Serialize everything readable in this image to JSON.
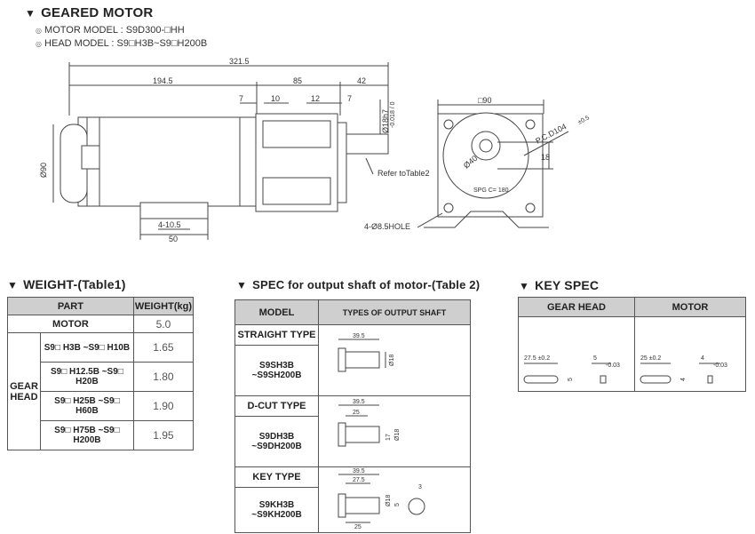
{
  "title": "GEARED MOTOR",
  "motor_model": "MOTOR MODEL : S9D300-□HH",
  "head_model": "HEAD MODEL : S9□H3B~S9□H200B",
  "drawing": {
    "total_length": "321.5",
    "len_a": "194.5",
    "len_b": "85",
    "len_c": "42",
    "d7a": "7",
    "d10": "10",
    "d12": "12",
    "d7b": "7",
    "shaft_dia": "Ø18h7",
    "shaft_tol": "-0.018 / 0",
    "body_dia": "Ø90",
    "base_a": "4-10.5",
    "base_b": "50",
    "sq": "□90",
    "pcd": "P.C.D104",
    "pcd_tol": "±0.5",
    "bore": "Ø40",
    "d18": "18",
    "refer": "Refer toTable2",
    "hole": "4-Ø8.5HOLE",
    "plate": "SPG C= 180"
  },
  "weight_table": {
    "title": "WEIGHT-(Table1)",
    "col_part": "PART",
    "col_weight": "WEIGHT(kg)",
    "motor_label": "MOTOR",
    "motor_weight": "5.0",
    "gear_head_label": "GEAR HEAD",
    "rows": [
      {
        "range": "S9□ H3B ~S9□ H10B",
        "weight": "1.65"
      },
      {
        "range": "S9□ H12.5B ~S9□ H20B",
        "weight": "1.80"
      },
      {
        "range": "S9□ H25B ~S9□ H60B",
        "weight": "1.90"
      },
      {
        "range": "S9□ H75B ~S9□ H200B",
        "weight": "1.95"
      }
    ]
  },
  "spec_table": {
    "title": "SPEC for output shaft of motor-(Table 2)",
    "col_model": "MODEL",
    "col_types": "TYPES OF OUTPUT SHAFT",
    "rows": [
      {
        "type": "STRAIGHT TYPE",
        "model": "S9SH3B ~S9SH200B",
        "dims": [
          "39.5",
          "Ø18"
        ]
      },
      {
        "type": "D-CUT TYPE",
        "model": "S9DH3B ~S9DH200B",
        "dims": [
          "39.5",
          "25",
          "17",
          "Ø18"
        ]
      },
      {
        "type": "KEY TYPE",
        "model": "S9KH3B ~S9KH200B",
        "dims": [
          "39.5",
          "27.5",
          "Ø18",
          "5",
          "3",
          "25"
        ]
      }
    ]
  },
  "key_spec": {
    "title": "KEY SPEC",
    "col_gear": "GEAR HEAD",
    "col_motor": "MOTOR",
    "gear_len": "27.5 ±0.2",
    "gear_w": "5",
    "gear_h": "5",
    "motor_len": "25 ±0.2",
    "motor_w": "4",
    "motor_h": "4",
    "tol": "-0.03"
  }
}
